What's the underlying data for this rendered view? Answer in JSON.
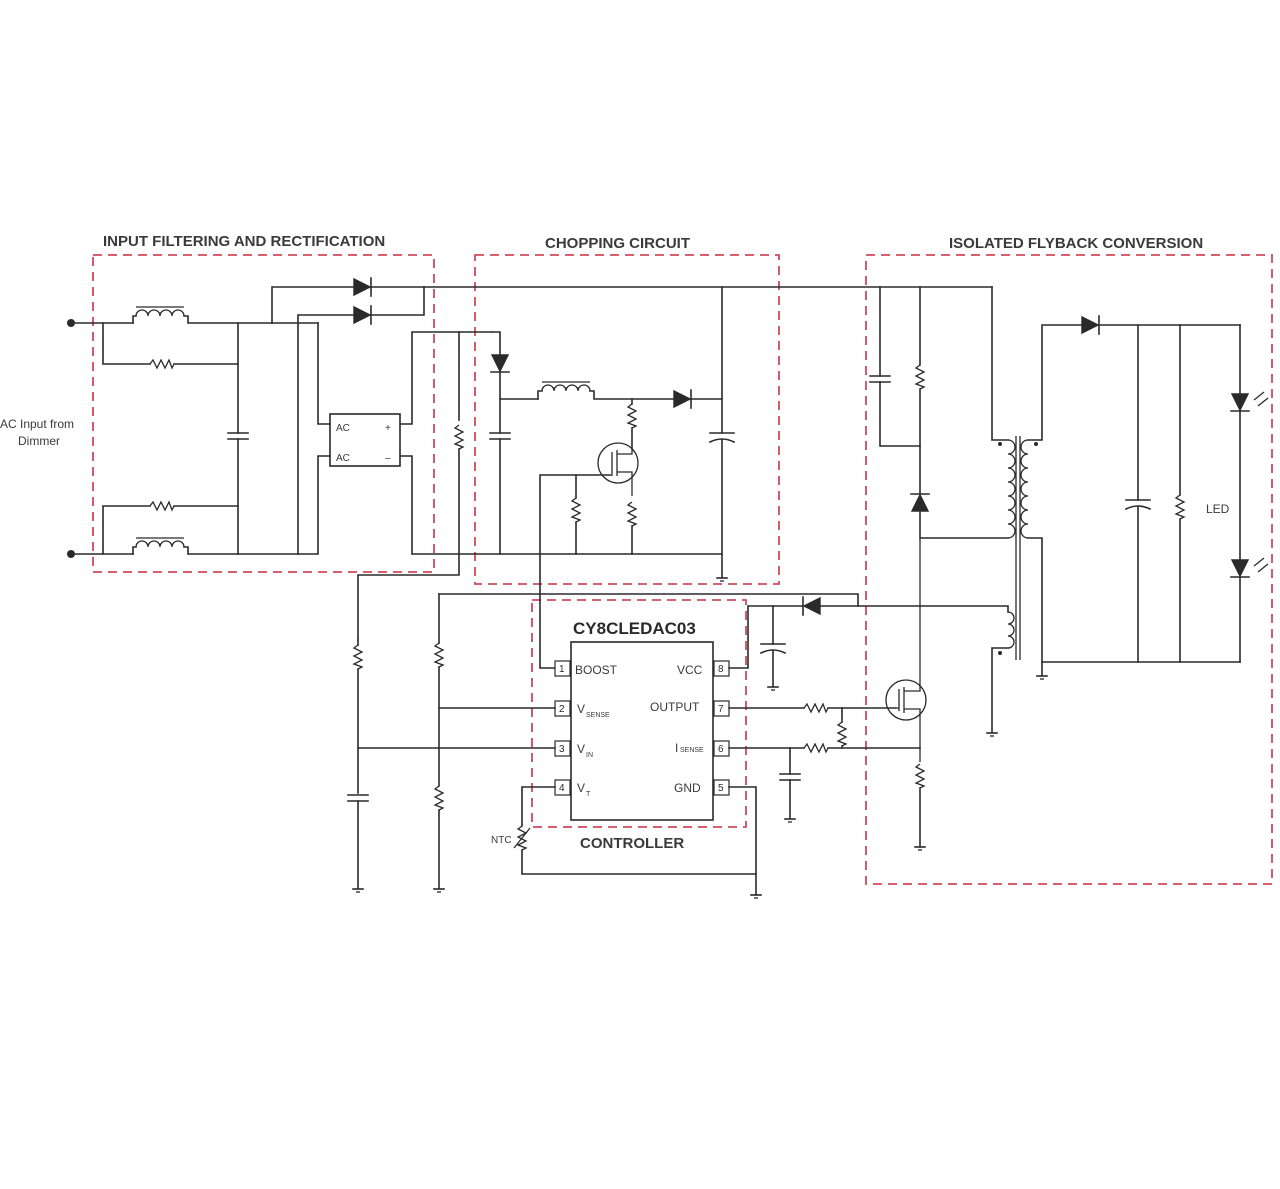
{
  "blocks": {
    "input": "INPUT FILTERING AND RECTIFICATION",
    "chopping": "CHOPPING CIRCUIT",
    "flyback": "ISOLATED FLYBACK CONVERSION",
    "controller": "CONTROLLER"
  },
  "chip": {
    "name": "CY8CLEDAC03",
    "pins": {
      "p1": {
        "num": "1",
        "label": "BOOST"
      },
      "p2": {
        "num": "2",
        "label": "V",
        "sub": "SENSE"
      },
      "p3": {
        "num": "3",
        "label": "V",
        "sub": "IN"
      },
      "p4": {
        "num": "4",
        "label": "V",
        "sub": "T"
      },
      "p5": {
        "num": "5",
        "label": "GND"
      },
      "p6": {
        "num": "6",
        "label": "I",
        "sub": "SENSE"
      },
      "p7": {
        "num": "7",
        "label": "OUTPUT"
      },
      "p8": {
        "num": "8",
        "label": "VCC"
      }
    }
  },
  "labels": {
    "ac_input_line1": "AC Input from",
    "ac_input_line2": "Dimmer",
    "bridge_ac1": "AC",
    "bridge_ac2": "AC",
    "bridge_plus": "+",
    "bridge_minus": "–",
    "led": "LED",
    "ntc": "NTC"
  },
  "colors": {
    "block_border": "#d04a5a",
    "wire": "#2a2a2a"
  }
}
